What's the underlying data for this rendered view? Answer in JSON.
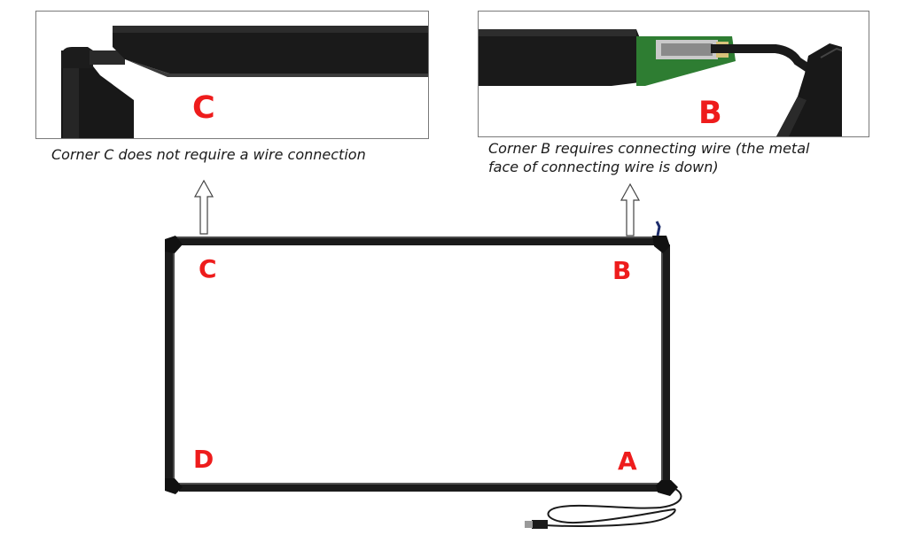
{
  "panels": {
    "corner_c": {
      "label": "C",
      "caption": "Corner C does not require a wire connection"
    },
    "corner_b": {
      "label": "B",
      "caption_line1": "Corner B requires connecting wire (the metal",
      "caption_line2": "face of connecting wire is down)"
    }
  },
  "frame": {
    "labels": {
      "a": "A",
      "b": "B",
      "c": "C",
      "d": "D"
    }
  },
  "colors": {
    "label_red": "#ee1c1c",
    "frame_black": "#1b1b1b",
    "pcb_green": "#2e7d32"
  }
}
